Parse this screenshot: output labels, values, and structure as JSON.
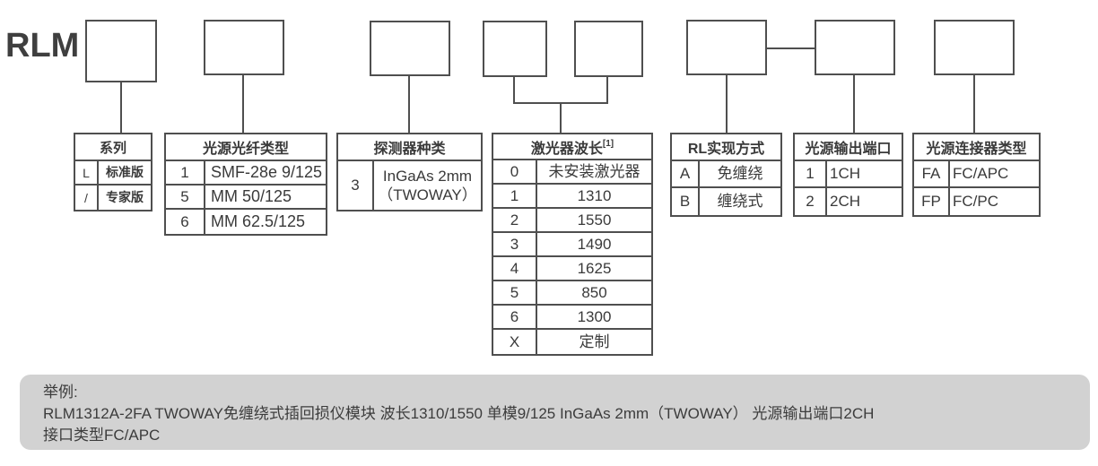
{
  "prefix": "RLM",
  "groups": [
    {
      "title": "系列",
      "rows": [
        {
          "code": "L",
          "label": "标准版"
        },
        {
          "code": "/",
          "label": "专家版"
        }
      ]
    },
    {
      "title": "光源光纤类型",
      "rows": [
        {
          "code": "1",
          "label": "SMF-28e 9/125"
        },
        {
          "code": "5",
          "label": "MM 50/125"
        },
        {
          "code": "6",
          "label": "MM 62.5/125"
        }
      ]
    },
    {
      "title": "探测器种类",
      "rows": [
        {
          "code": "3",
          "label": "InGaAs 2mm\n（TWOWAY）"
        }
      ]
    },
    {
      "title": "激光器波长",
      "sup": "[1]",
      "rows": [
        {
          "code": "0",
          "label": "未安装激光器"
        },
        {
          "code": "1",
          "label": "1310"
        },
        {
          "code": "2",
          "label": "1550"
        },
        {
          "code": "3",
          "label": "1490"
        },
        {
          "code": "4",
          "label": "1625"
        },
        {
          "code": "5",
          "label": "850"
        },
        {
          "code": "6",
          "label": "1300"
        },
        {
          "code": "X",
          "label": "定制"
        }
      ]
    },
    {
      "title": "RL实现方式",
      "rows": [
        {
          "code": "A",
          "label": "免缠绕"
        },
        {
          "code": "B",
          "label": "缠绕式"
        }
      ]
    },
    {
      "title": "光源输出端口",
      "rows": [
        {
          "code": "1",
          "label": "1CH"
        },
        {
          "code": "2",
          "label": "2CH"
        }
      ]
    },
    {
      "title": "光源连接器类型",
      "rows": [
        {
          "code": "FA",
          "label": "FC/APC"
        },
        {
          "code": "FP",
          "label": "FC/PC"
        }
      ]
    }
  ],
  "example": {
    "heading": "举例:",
    "line1": "RLM1312A-2FA TWOWAY免缠绕式插回损仪模块 波长1310/1550 单模9/125 InGaAs 2mm（TWOWAY） 光源输出端口2CH",
    "line2": "接口类型FC/APC"
  },
  "colors": {
    "line": "#4f4f4f",
    "text": "#3a3a3a",
    "example_bg": "#d2d2d2",
    "background": "#ffffff"
  }
}
